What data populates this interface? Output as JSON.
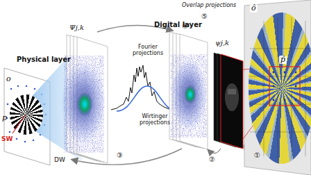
{
  "diagram": {
    "labels": [
      "Physical layer",
      "Digital layer",
      "o",
      "p",
      "SW",
      "DW",
      "Ψj,k",
      "Fourier projections",
      "Wirtinger projections",
      "ψj,k",
      "Overlap projections",
      "ô",
      "p̂",
      "①",
      "②",
      "③",
      "④",
      "⑤"
    ]
  }
}
